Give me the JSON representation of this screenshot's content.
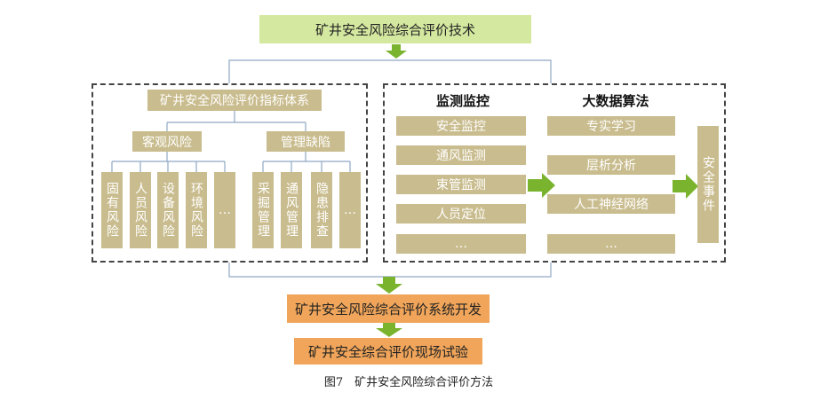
{
  "top_title": "矿井安全风险综合评价技术",
  "left_panel": {
    "title": "矿井安全风险评价指标体系",
    "objective": {
      "label": "客观风险",
      "items": [
        "固有风险",
        "人员风险",
        "设备风险",
        "环境风险",
        "…"
      ]
    },
    "management": {
      "label": "管理缺陷",
      "items": [
        "采掘管理",
        "通风管理",
        "隐患排查",
        "…"
      ]
    }
  },
  "right_panel": {
    "monitoring": {
      "label": "监测监控",
      "items": [
        "安全监控",
        "通风监测",
        "束管监测",
        "人员定位",
        "…"
      ]
    },
    "bigdata": {
      "label": "大数据算法",
      "items": [
        "专实学习",
        "层析分析",
        "人工神经网络",
        "…"
      ]
    },
    "event": "安全事件"
  },
  "system_dev": "矿井安全风险综合评价系统开发",
  "field_test": "矿井安全综合评价现场试验",
  "caption": "图7　矿井安全风险综合评价方法",
  "colors": {
    "green_arrow": "#7ab32e",
    "title_fill": "#d4e8a0",
    "tan_fill": "#c9bc8e",
    "orange_fill": "#f0a55a",
    "connector": "#8fa8c4"
  }
}
